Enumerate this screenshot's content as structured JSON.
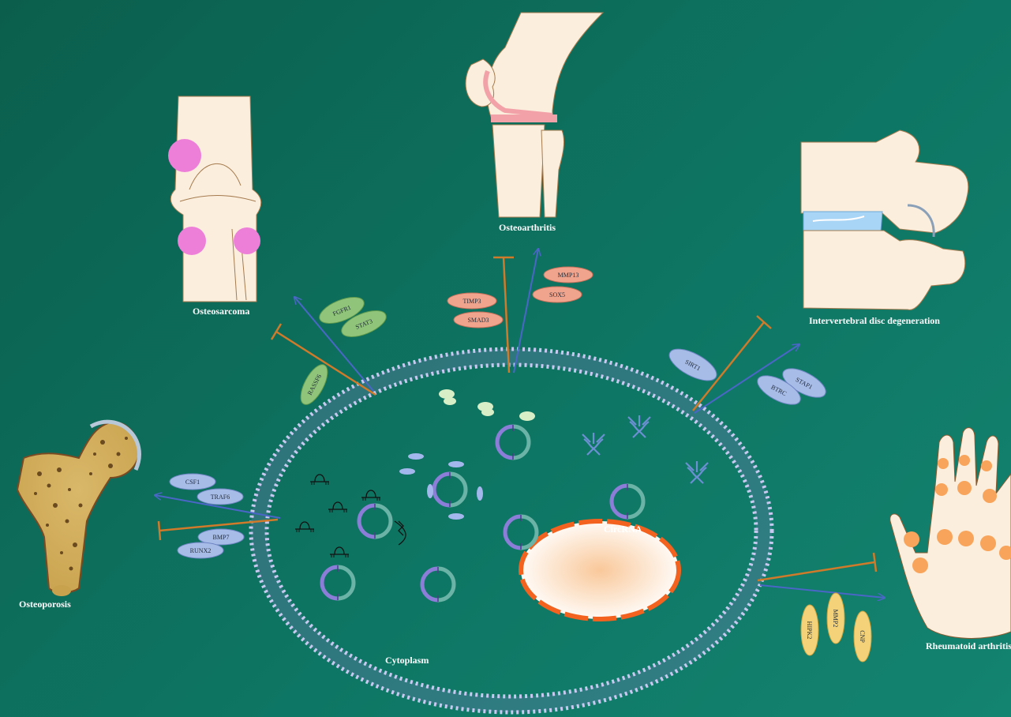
{
  "colors": {
    "membrane": "#c7c9f0",
    "activate_arrow": "#4a66c6",
    "inhibit_arrow": "#d07a2a",
    "bone": "#fbeedd",
    "bone_outline": "#7b4a22",
    "tumor": "#ee7fd9",
    "cartilage": "#f3a1a8",
    "joint_spot": "#f8a45a",
    "disc": "#a8d4f5",
    "circ_ring_a": "#8c7dd8",
    "circ_ring_b": "#6bb3a6",
    "nucleus": "#f3621e"
  },
  "labels": {
    "osteosarcoma": "Osteosarcoma",
    "osteoarthritis": "Osteoarthritis",
    "ivdd": "Intervertebral disc degeneration",
    "osteoporosis": "Osteoporosis",
    "rheumatoid": "Rheumatoid arthritis",
    "cytoplasm": "Cytoplasm",
    "circrna": "CircRNA"
  },
  "genes": {
    "fgfr1": "FGFR1",
    "stat3": "STAT3",
    "rassf6": "RASSF6",
    "timp3": "TIMP3",
    "smad3": "SMAD3",
    "mmp13": "MMP13",
    "sox5": "SOX5",
    "sirt1": "SIRT1",
    "stap1": "STAP1",
    "btrc": "BTRC",
    "csf1": "CSF1",
    "traf6": "TRAF6",
    "bmp7": "BMP7",
    "runx2": "RUNX2",
    "hipk2": "HIPK2",
    "mmp2": "MMP2",
    "cnp": "CNP"
  }
}
